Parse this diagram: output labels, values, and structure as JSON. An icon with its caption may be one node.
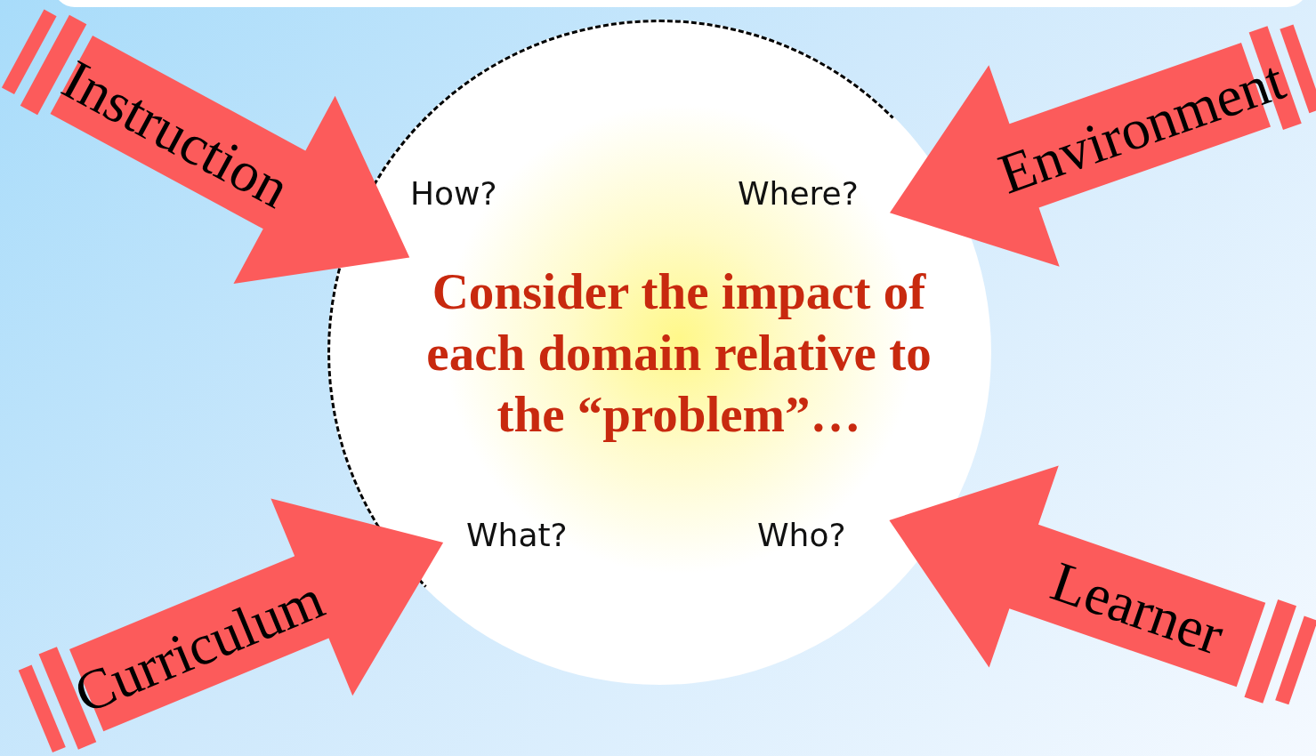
{
  "diagram": {
    "nodes": [
      {
        "text": [
          "How?",
          "Where?",
          "Consider the impact of each domain relative to the “problem”…",
          "What?",
          "Who?"
        ]
      },
      {
        "text": [
          "Instruction"
        ]
      },
      {
        "text": [
          "Environment"
        ]
      },
      {
        "text": [
          "Curriculum"
        ]
      },
      {
        "text": [
          "Learner"
        ]
      }
    ]
  }
}
